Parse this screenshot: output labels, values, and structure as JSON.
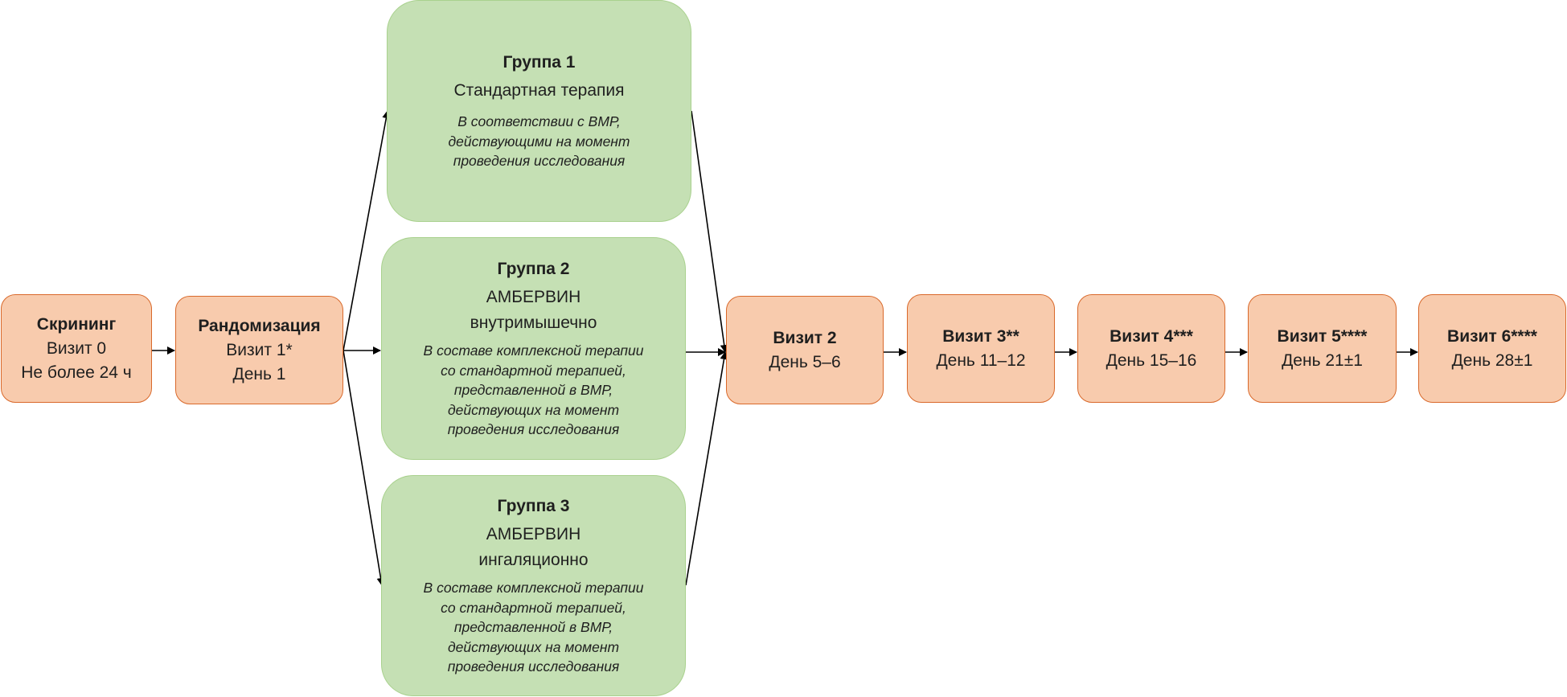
{
  "screening": {
    "title": "Скрининг",
    "line1": "Визит 0",
    "line2": "Не более 24 ч"
  },
  "randomization": {
    "title": "Рандомизация",
    "line1": "Визит 1*",
    "line2": "День 1"
  },
  "group1": {
    "title": "Группа 1",
    "subtitle": "Стандартная терапия",
    "note": [
      "В соответствии с ВМР,",
      "действующими на момент",
      "проведения исследования"
    ]
  },
  "group2": {
    "title": "Группа 2",
    "subtitle": [
      "АМБЕРВИН",
      "внутримышечно"
    ],
    "note": [
      "В составе комплексной терапии",
      "со стандартной терапией,",
      "представленной в ВМР,",
      "действующих на момент",
      "проведения исследования"
    ]
  },
  "group3": {
    "title": "Группа 3",
    "subtitle": [
      "АМБЕРВИН",
      "ингаляционно"
    ],
    "note": [
      "В составе комплексной терапии",
      "со стандартной терапией,",
      "представленной в ВМР,",
      "действующих на момент",
      "проведения исследования"
    ]
  },
  "visits": [
    {
      "title": "Визит 2",
      "day": "День 5–6"
    },
    {
      "title": "Визит 3**",
      "day": "День 11–12"
    },
    {
      "title": "Визит 4***",
      "day": "День 15–16"
    },
    {
      "title": "Визит 5****",
      "day": "День 21±1"
    },
    {
      "title": "Визит 6****",
      "day": "День 28±1"
    }
  ],
  "colors": {
    "visit_fill": "#f8cbad",
    "visit_border": "#d9692b",
    "group_fill": "#c5e0b4",
    "group_border": "#a9d18e",
    "arrow": "#000000"
  }
}
